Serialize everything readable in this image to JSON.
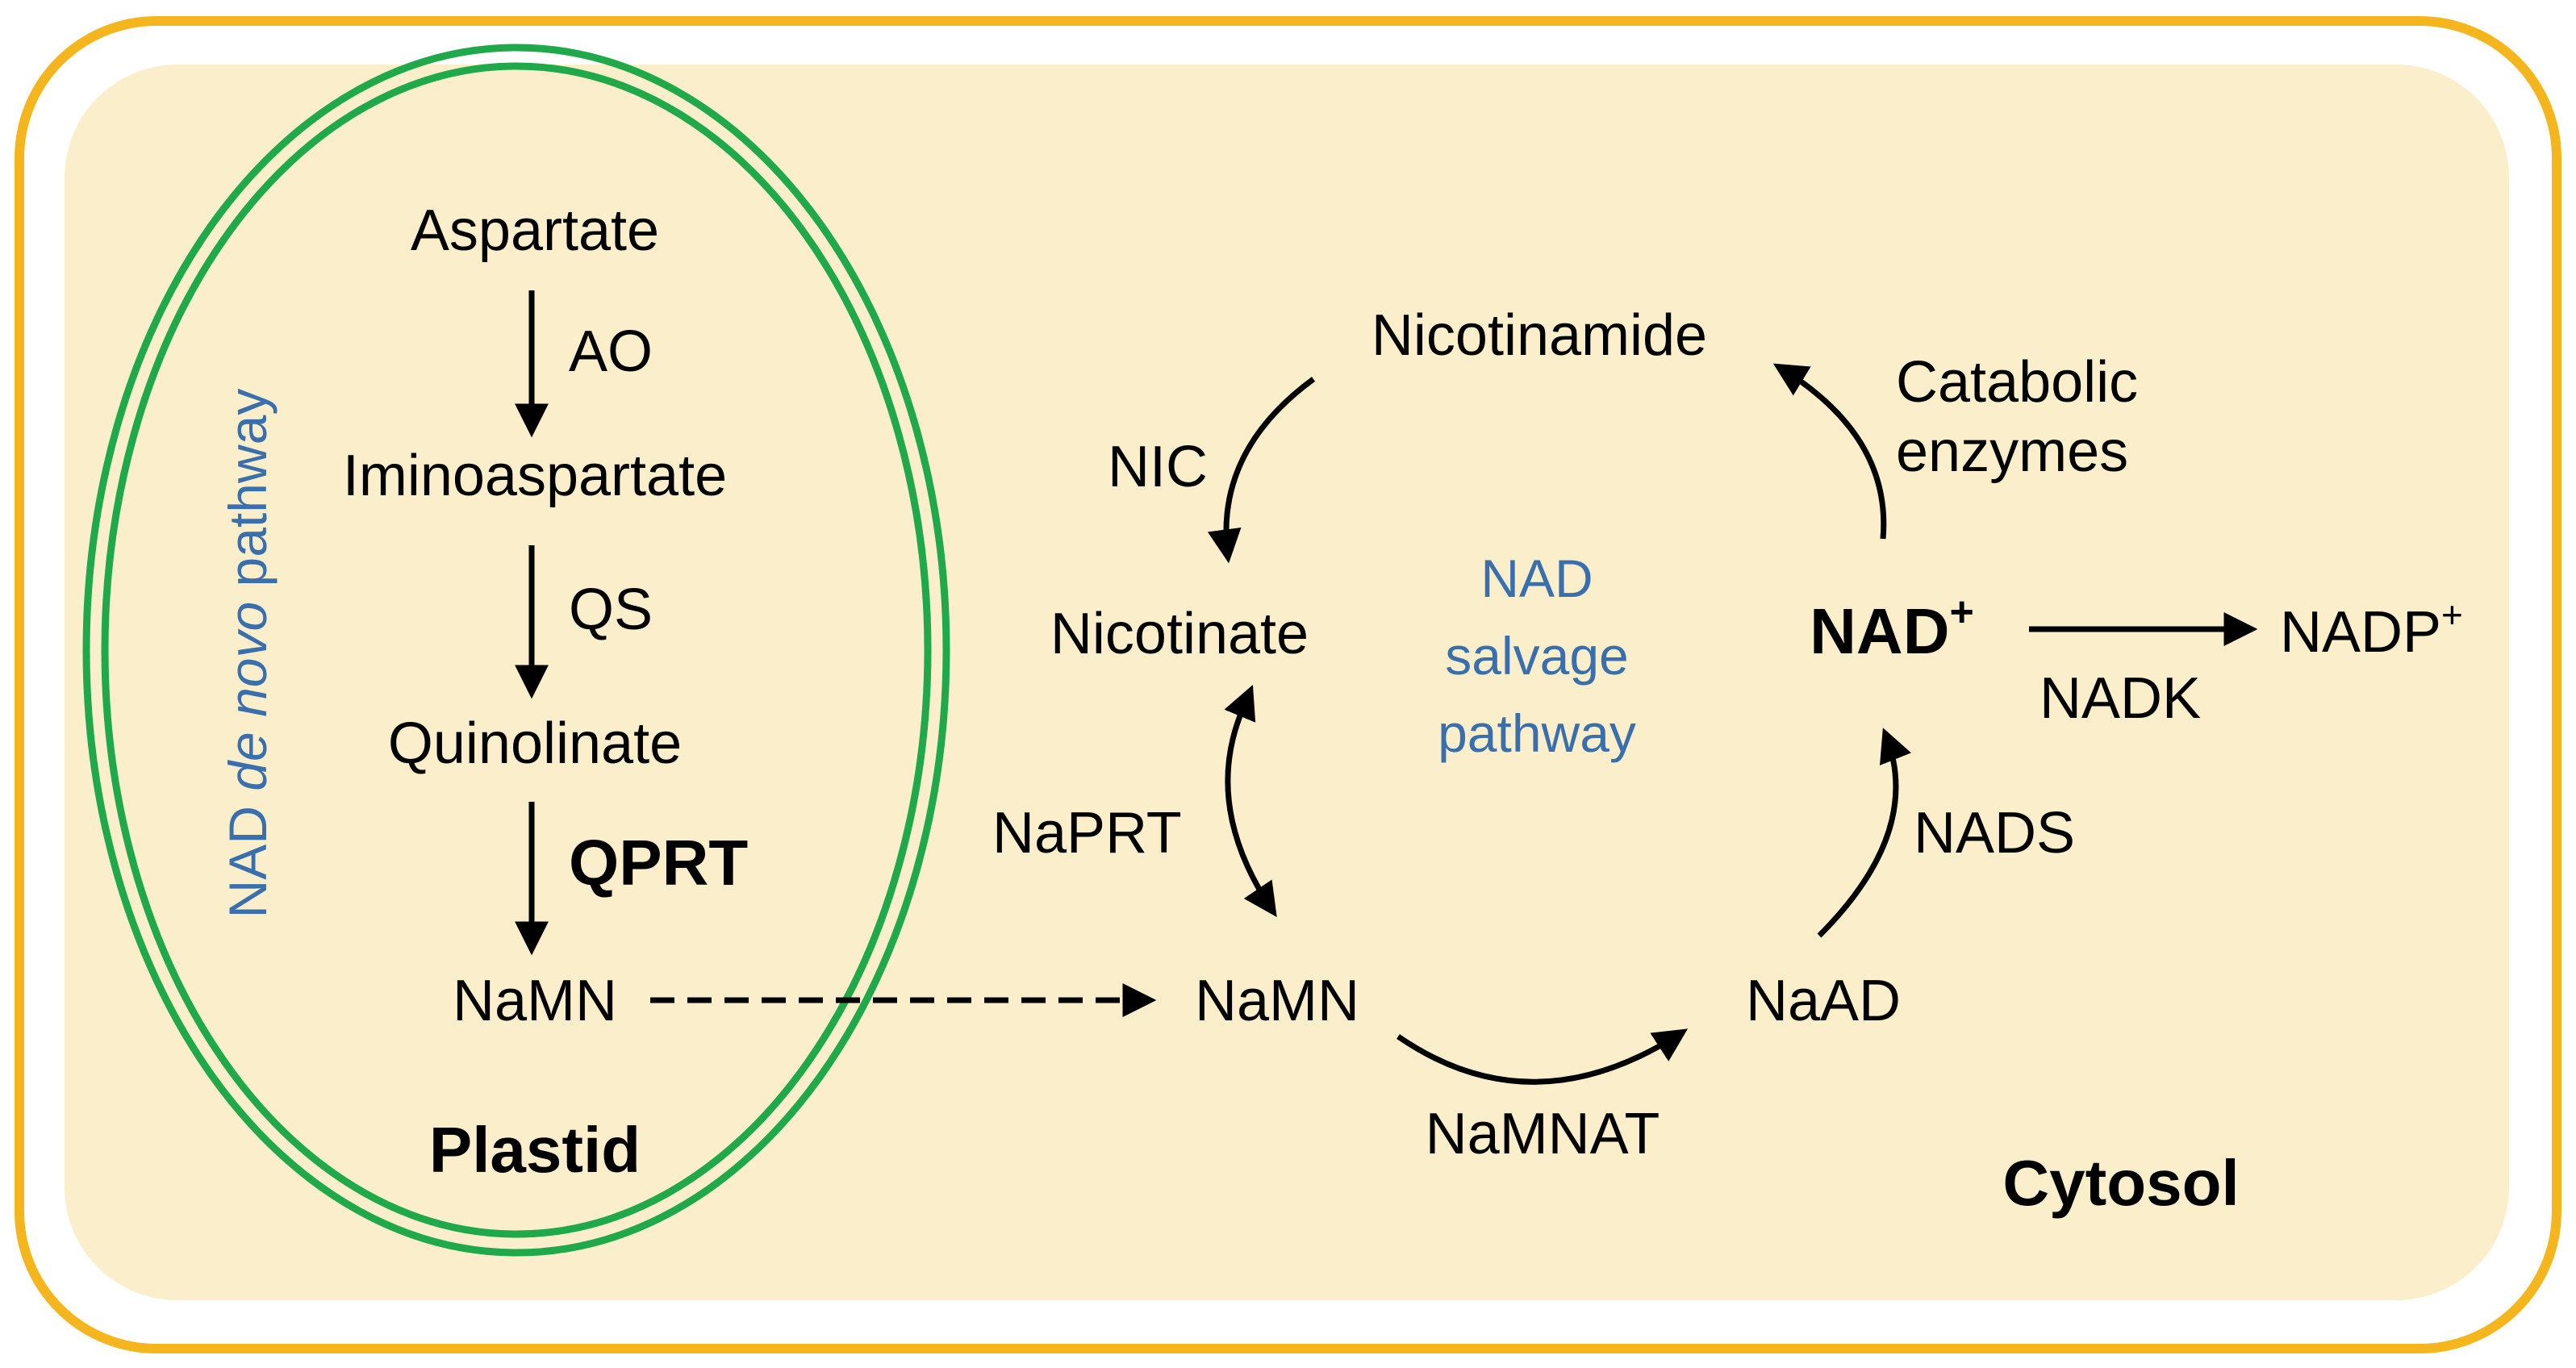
{
  "colors": {
    "cell_border": "#f5b51d",
    "cytosol_fill": "#fbefcb",
    "plastid_border": "#1fa94a",
    "pathway_label": "#3a6fae",
    "arrows": "#000000"
  },
  "compartments": {
    "plastid": "Plastid",
    "cytosol": "Cytosol"
  },
  "pathways": {
    "de_novo_prefix": "NAD ",
    "de_novo_italic": "de novo",
    "de_novo_suffix": " pathway",
    "salvage_line1": "NAD",
    "salvage_line2": "salvage",
    "salvage_line3": "pathway"
  },
  "metabolites": {
    "aspartate": "Aspartate",
    "iminoaspartate": "Iminoaspartate",
    "quinolinate": "Quinolinate",
    "namn_plastid": "NaMN",
    "namn_cytosol": "NaMN",
    "naad": "NaAD",
    "nad_base": "NAD",
    "nad_sup": "+",
    "nadp_base": "NADP",
    "nadp_sup": "+",
    "nicotinamide": "Nicotinamide",
    "nicotinate": "Nicotinate"
  },
  "enzymes": {
    "ao": "AO",
    "qs": "QS",
    "qprt": "QPRT",
    "nic": "NIC",
    "naprt": "NaPRT",
    "namnat": "NaMNAT",
    "nads": "NADS",
    "nadk": "NADK",
    "catabolic_line1": "Catabolic",
    "catabolic_line2": "enzymes"
  }
}
